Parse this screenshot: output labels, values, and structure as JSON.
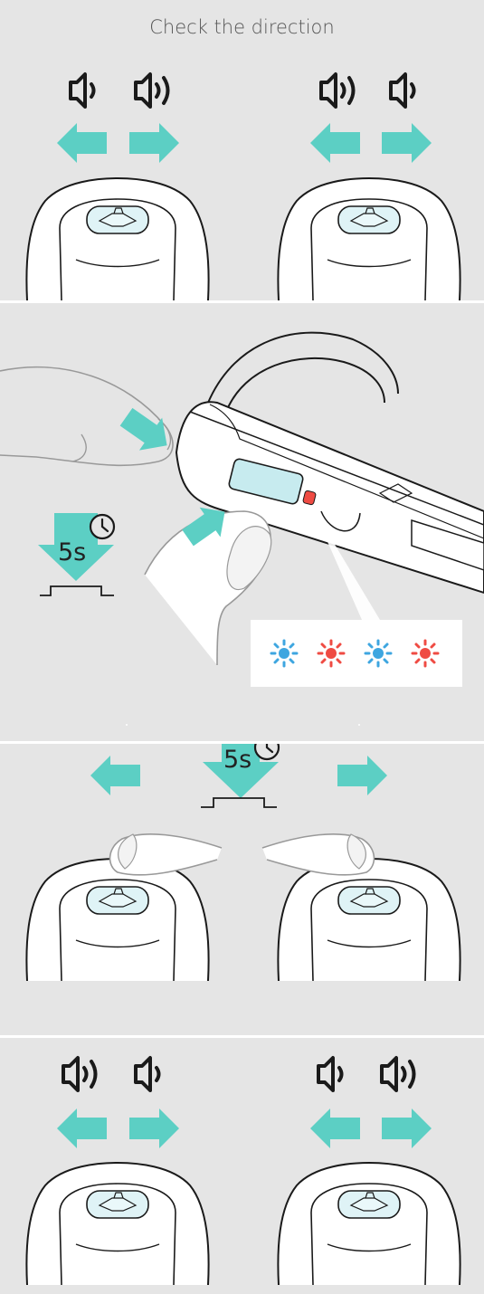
{
  "panel1": {
    "title": "Check the direction"
  },
  "panel2": {
    "timer_label": "5s",
    "led_sequence": [
      "blue",
      "red",
      "blue",
      "red"
    ]
  },
  "panel3": {
    "timer_label": "5s"
  },
  "colors": {
    "arrow": "#5ccfc4",
    "led_blue": "#3ea6e0",
    "led_red": "#ef4b43",
    "panel_bg": "#e5e5e5"
  },
  "icons": [
    "speaker-soft-icon",
    "speaker-loud-icon",
    "arrow-left-icon",
    "arrow-right-icon",
    "clock-icon",
    "press-button-icon",
    "finger-icon",
    "led-blink-icon"
  ]
}
